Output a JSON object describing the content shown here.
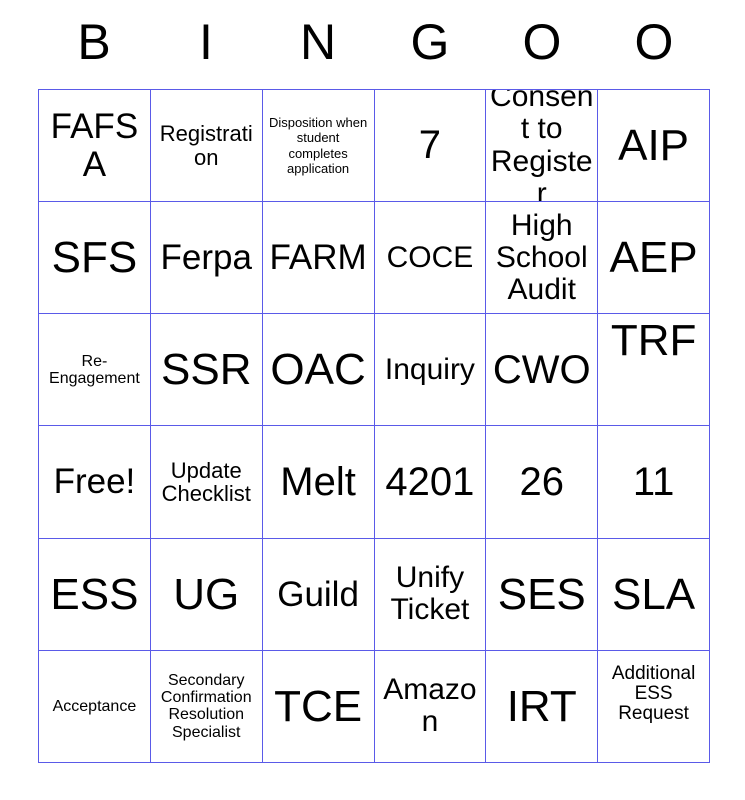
{
  "card": {
    "header_letters": [
      "B",
      "I",
      "N",
      "G",
      "O",
      "O"
    ],
    "border_color": "#5a5ae8",
    "text_color": "#000000",
    "background_color": "#ffffff",
    "columns": 6,
    "rows": 6,
    "cells": [
      {
        "text": "FAFSA",
        "size": "lg",
        "align": "middle"
      },
      {
        "text": "Registration",
        "size": "sm",
        "align": "middle"
      },
      {
        "text": "Disposition when student completes application",
        "size": "tiny",
        "align": "middle"
      },
      {
        "text": "7",
        "size": "xl",
        "align": "middle"
      },
      {
        "text": "Consent to Register",
        "size": "md",
        "align": "middle"
      },
      {
        "text": "AIP",
        "size": "xxl",
        "align": "middle"
      },
      {
        "text": "SFS",
        "size": "xxl",
        "align": "middle"
      },
      {
        "text": "Ferpa",
        "size": "lg",
        "align": "middle"
      },
      {
        "text": "FARM",
        "size": "lg",
        "align": "middle"
      },
      {
        "text": "COCE",
        "size": "md",
        "align": "middle"
      },
      {
        "text": "High School Audit",
        "size": "md",
        "align": "middle"
      },
      {
        "text": "AEP",
        "size": "xxl",
        "align": "middle"
      },
      {
        "text": "Re-Engagement",
        "size": "xxs",
        "align": "middle"
      },
      {
        "text": "SSR",
        "size": "xxl",
        "align": "middle"
      },
      {
        "text": "OAC",
        "size": "xxl",
        "align": "middle"
      },
      {
        "text": "Inquiry",
        "size": "md",
        "align": "middle"
      },
      {
        "text": "CWO",
        "size": "xl",
        "align": "middle"
      },
      {
        "text": "TRF",
        "size": "xxl",
        "align": "top"
      },
      {
        "text": "Free!",
        "size": "lg",
        "align": "middle"
      },
      {
        "text": "Update Checklist",
        "size": "sm",
        "align": "middle"
      },
      {
        "text": "Melt",
        "size": "xl",
        "align": "middle"
      },
      {
        "text": "4201",
        "size": "xl",
        "align": "middle"
      },
      {
        "text": "26",
        "size": "xl",
        "align": "middle"
      },
      {
        "text": "11",
        "size": "xl",
        "align": "middle"
      },
      {
        "text": "ESS",
        "size": "xxl",
        "align": "middle"
      },
      {
        "text": "UG",
        "size": "xxl",
        "align": "middle"
      },
      {
        "text": "Guild",
        "size": "lg",
        "align": "middle"
      },
      {
        "text": "Unify Ticket",
        "size": "md",
        "align": "middle"
      },
      {
        "text": "SES",
        "size": "xxl",
        "align": "middle"
      },
      {
        "text": "SLA",
        "size": "xxl",
        "align": "middle"
      },
      {
        "text": "Acceptance",
        "size": "xxs",
        "align": "middle"
      },
      {
        "text": "Secondary Confirmation Resolution Specialist",
        "size": "xxs",
        "align": "middle"
      },
      {
        "text": "TCE",
        "size": "xxl",
        "align": "middle"
      },
      {
        "text": "Amazon",
        "size": "md",
        "align": "middle"
      },
      {
        "text": "IRT",
        "size": "xxl",
        "align": "middle"
      },
      {
        "text": "Additional ESS Request",
        "size": "xs",
        "align": "upper"
      }
    ]
  }
}
